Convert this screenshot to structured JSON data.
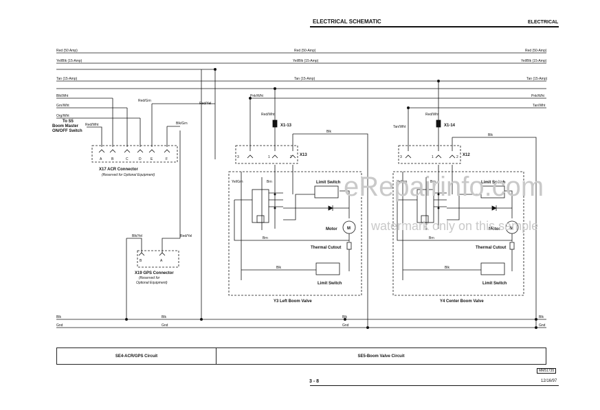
{
  "header": {
    "title": "ELECTRICAL SCHEMATIC",
    "section": "ELECTRICAL"
  },
  "wires": {
    "red50_left": "Red (50 Amp)",
    "red50_mid": "Red (50-Amp)",
    "red50_right": "Red (50-Amp)",
    "yelblk_left": "Yel/Blk (15-Amp)",
    "yelblk_mid": "Yel/Blk (15-Amp)",
    "yelblk_right": "Yel/Blk (15-Amp)",
    "tan_left": "Tan (15-Amp)",
    "tan_mid": "Tan (15-Amp)",
    "tan_right": "Tan (15-Amp)",
    "blkwht": "Blk/Wht",
    "grnwht": "Grn/Wht",
    "orgwht": "Org/Wht",
    "redgrn": "Red/Grn",
    "redyel_top": "Red/Yel",
    "redwht_s5": "Red/Wht",
    "blkgrn": "Blk/Grn",
    "pnkwht_left": "Pnk/Wht",
    "pnkwht_right": "Pnk/Wht",
    "tanwht_right": "Tan/Wht",
    "redwht_y3": "Red/Wht",
    "redwht_y4": "Red/Wht",
    "tanwht_y4": "Tan/Wht",
    "blk_y3": "Blk",
    "blk_y4": "Blk",
    "yelgrn": "Yel/Grn",
    "yelgrn_y4": "Yel/grn",
    "brn_y3_top": "Brn",
    "brn_y3_bot": "Brn",
    "brn_y4_top": "Brn",
    "brn_y4_bot": "Brn",
    "blk_y3_switch": "Blk",
    "blk_y4_switch": "Blk",
    "blkyel": "Blk/Yel",
    "redyel_x19": "Red/Yel",
    "blk_bus_1": "Blk",
    "blk_bus_2": "Blk",
    "blk_bus_3": "Blk",
    "blk_bus_4": "Blk",
    "gnd_1": "Gnd",
    "gnd_2": "Gnd",
    "gnd_3": "Gnd",
    "gnd_4": "Gnd"
  },
  "components": {
    "s5_line1": "To S5",
    "s5_line2": "Boom Master",
    "s5_line3": "ON/OFF Switch",
    "x17_title": "X17 ACR Connector",
    "x17_note": "(Reserved for Optional Equipment)",
    "x17_pins": [
      "A",
      "B",
      "C",
      "D",
      "E",
      "F"
    ],
    "x19_title": "X19 GPS Connector",
    "x19_note1": "(Reserved for",
    "x19_note2": "Optional Equipment)",
    "x19_pins": [
      "B",
      "A"
    ],
    "x1_13": "X1-13",
    "x1_14": "X1-14",
    "x13": "X13",
    "x12": "X12",
    "plug_pins": [
      "3",
      "1",
      "2"
    ],
    "y3_title": "Y3 Left Boom Valve",
    "y4_title": "Y4 Center Boom Valve",
    "limit_switch": "Limit Switch",
    "motor": "Motor",
    "motor_symbol": "M",
    "thermal_cutout": "Thermal Cutout"
  },
  "watermark": {
    "line1": "eRepairinfo.com",
    "line2": "watermark only on this sample"
  },
  "footer": {
    "circuit_left": "SE4-ACR/GPS Circuit",
    "circuit_right": "SE5-Boom Valve Circuit",
    "page_number": "3 - 8",
    "doc_code": "MM51735",
    "date": "12/16/97"
  }
}
